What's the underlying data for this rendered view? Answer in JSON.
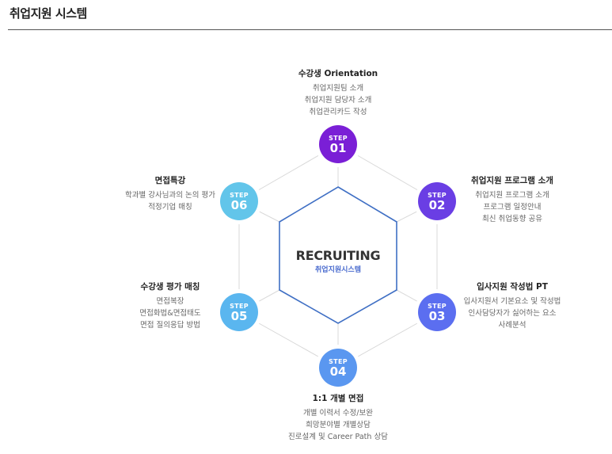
{
  "page": {
    "title": "취업지원 시스템"
  },
  "center": {
    "title": "RECRUITING",
    "subtitle": "취업지원시스템"
  },
  "steps": [
    {
      "label": "STEP",
      "number": "01",
      "color": "#7a1fd6",
      "heading": "수강생 Orientation",
      "lines": [
        "취업지원팀 소개",
        "취업지원 담당자 소개",
        "취업관리카드 작성"
      ]
    },
    {
      "label": "STEP",
      "number": "02",
      "color": "#6a3ee4",
      "heading": "취업지원 프로그램 소개",
      "lines": [
        "취업지원 프로그램 소개",
        "프로그램 일정안내",
        "최신 취업동향 공유"
      ]
    },
    {
      "label": "STEP",
      "number": "03",
      "color": "#5b6ef0",
      "heading": "입사지원 작성법 PT",
      "lines": [
        "입사지원서 기본요소 및 작성법",
        "인사담당자가 싫어하는 요소",
        "사례분석"
      ]
    },
    {
      "label": "STEP",
      "number": "04",
      "color": "#5a97f0",
      "heading": "1:1 개별 면접",
      "lines": [
        "개별 이력서 수정/보완",
        "희망분야별 개별상담",
        "진로설계 및 Career Path 상담"
      ]
    },
    {
      "label": "STEP",
      "number": "05",
      "color": "#5ab6ef",
      "heading": "수강생 평가 매칭",
      "lines": [
        "면접복장",
        "면접화법&면접태도",
        "면접 질의응답 방법"
      ]
    },
    {
      "label": "STEP",
      "number": "06",
      "color": "#62c5ea",
      "heading": "면접특강",
      "lines": [
        "학과별 강사님과의 논의 평가",
        "적정기업 매칭"
      ]
    }
  ]
}
